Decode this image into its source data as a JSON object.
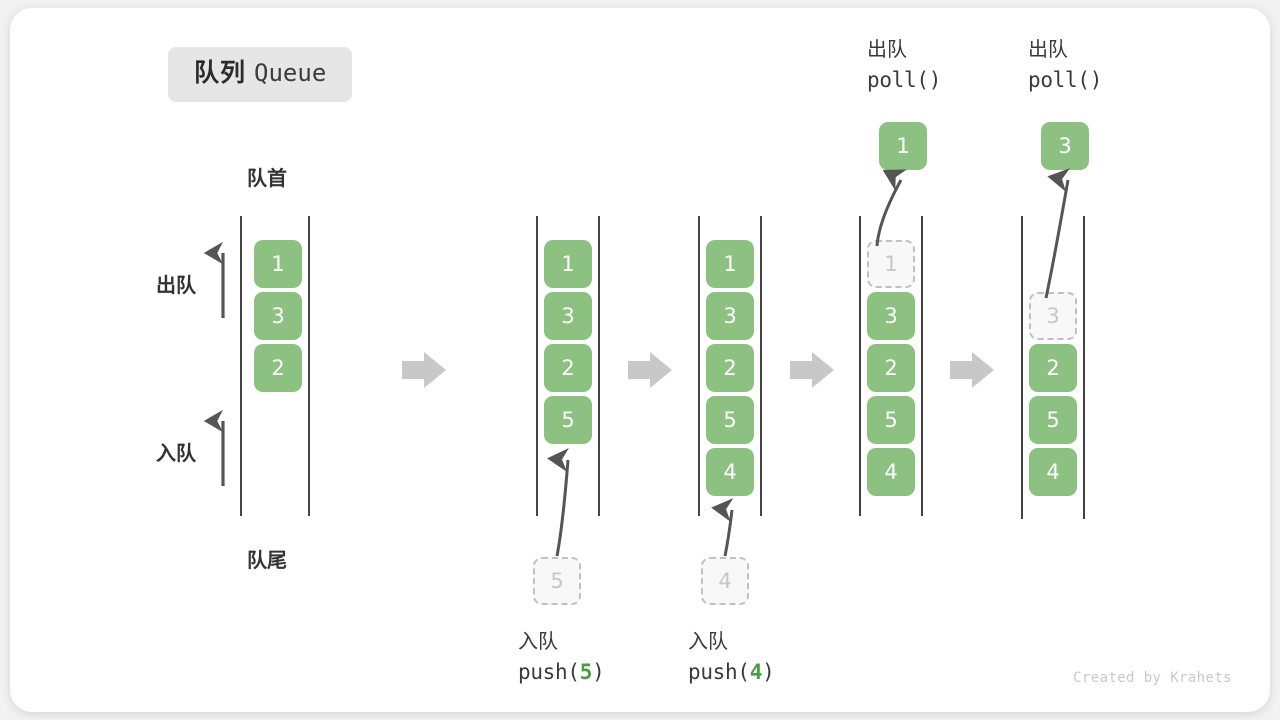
{
  "title": {
    "cn": "队列",
    "en": "Queue"
  },
  "labels": {
    "head": "队首",
    "tail": "队尾",
    "dequeue": "出队",
    "enqueue": "入队"
  },
  "legend_arrows": [
    {
      "name": "dequeue-direction",
      "label": "出队"
    },
    {
      "name": "enqueue-direction",
      "label": "入队"
    }
  ],
  "columns": [
    {
      "id": "state-initial",
      "cells": [
        {
          "value": "1",
          "state": "filled"
        },
        {
          "value": "3",
          "state": "filled"
        },
        {
          "value": "2",
          "state": "filled"
        }
      ]
    },
    {
      "id": "state-after-push-5",
      "cells": [
        {
          "value": "1",
          "state": "filled"
        },
        {
          "value": "3",
          "state": "filled"
        },
        {
          "value": "2",
          "state": "filled"
        },
        {
          "value": "5",
          "state": "filled"
        }
      ],
      "incoming": {
        "value": "5",
        "state": "ghost"
      }
    },
    {
      "id": "state-after-push-4",
      "cells": [
        {
          "value": "1",
          "state": "filled"
        },
        {
          "value": "3",
          "state": "filled"
        },
        {
          "value": "2",
          "state": "filled"
        },
        {
          "value": "5",
          "state": "filled"
        },
        {
          "value": "4",
          "state": "filled"
        }
      ],
      "incoming": {
        "value": "4",
        "state": "ghost"
      }
    },
    {
      "id": "state-after-poll-1",
      "cells": [
        {
          "value": "1",
          "state": "ghost"
        },
        {
          "value": "3",
          "state": "filled"
        },
        {
          "value": "2",
          "state": "filled"
        },
        {
          "value": "5",
          "state": "filled"
        },
        {
          "value": "4",
          "state": "filled"
        }
      ],
      "outgoing": {
        "value": "1",
        "state": "filled"
      }
    },
    {
      "id": "state-after-poll-3",
      "cells": [
        {
          "value": "3",
          "state": "ghost"
        },
        {
          "value": "2",
          "state": "filled"
        },
        {
          "value": "5",
          "state": "filled"
        },
        {
          "value": "4",
          "state": "filled"
        }
      ],
      "outgoing": {
        "value": "3",
        "state": "filled"
      }
    }
  ],
  "operations": {
    "push_5": {
      "cn": "入队",
      "code_prefix": "push(",
      "code_arg": "5",
      "code_suffix": ")"
    },
    "push_4": {
      "cn": "入队",
      "code_prefix": "push(",
      "code_arg": "4",
      "code_suffix": ")"
    },
    "poll_1": {
      "cn": "出队",
      "code": "poll()"
    },
    "poll_2": {
      "cn": "出队",
      "code": "poll()"
    }
  },
  "watermark": "Created by Krahets",
  "colors": {
    "element": "#8cc182",
    "ghost_border": "#c0c0c0",
    "ghost_text": "#c6c6c6",
    "rail": "#444444",
    "step_arrow": "#c8c8c8",
    "motion_arrow": "#555555",
    "accent_code_num": "#4a9c42",
    "chip_bg": "#e6e6e6"
  }
}
